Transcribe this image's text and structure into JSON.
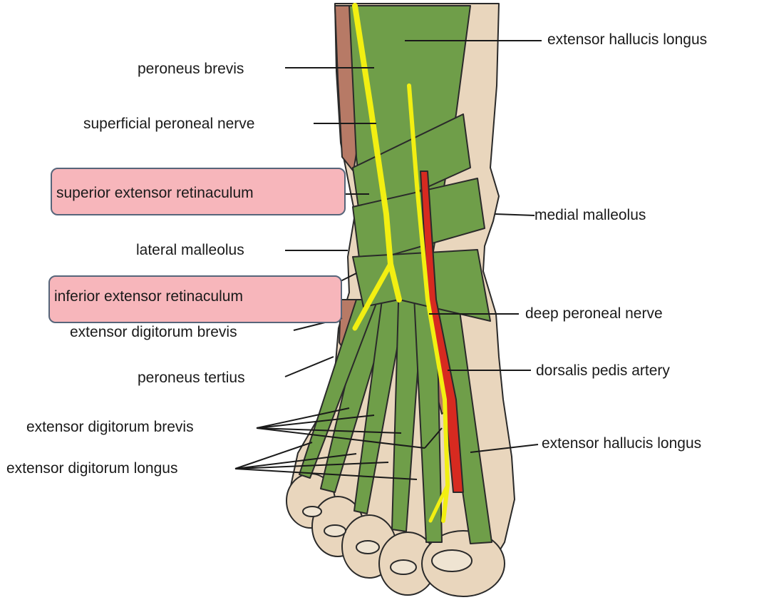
{
  "diagram": {
    "labels": {
      "ehl_top": "extensor hallucis longus",
      "peroneus_brevis": "peroneus brevis",
      "superficial_peroneal_nerve": "superficial peroneal nerve",
      "superior_extensor_retinaculum": "superior extensor retinaculum",
      "medial_malleolus": "medial malleolus",
      "lateral_malleolus": "lateral malleolus",
      "inferior_extensor_retinaculum": "inferior extensor retinaculum",
      "deep_peroneal_nerve": "deep peroneal nerve",
      "edb_upper": "extensor digitorum brevis",
      "dorsalis_pedis_artery": "dorsalis pedis artery",
      "peroneus_tertius": "peroneus tertius",
      "edb_lower": "extensor digitorum brevis",
      "ehl_bottom": "extensor hallucis longus",
      "edl": "extensor digitorum longus"
    },
    "highlighted": [
      "superior_extensor_retinaculum",
      "inferior_extensor_retinaculum"
    ],
    "colors": {
      "skin": "#e9d6bd",
      "tendon": "#6f9e49",
      "muscle": "#b77a66",
      "nerve": "#f2ef12",
      "artery": "#d72a20",
      "highlight": "#f7b6bb",
      "highlight_border": "#56657a"
    }
  }
}
